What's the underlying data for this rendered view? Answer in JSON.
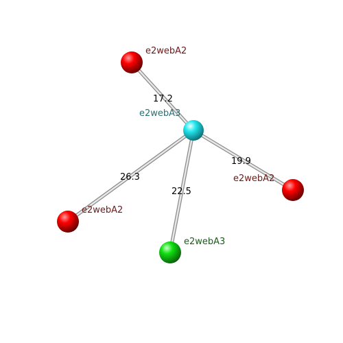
{
  "colors": {
    "center_node": "#22e6ee",
    "red_node": "#e00000",
    "green_node": "#10e010",
    "label_red": "#6b1a1a",
    "label_cyan": "#2a6e74",
    "label_green": "#1e5a1e",
    "edge": "#c8c8c8"
  },
  "nodes": {
    "center": {
      "label": "e2webA3"
    },
    "top": {
      "label": "e2webA2"
    },
    "right": {
      "label": "e2webA2"
    },
    "left": {
      "label": "e2webA2"
    },
    "bottom": {
      "label": "e2webA3"
    }
  },
  "edges": {
    "top": {
      "weight": "17.2"
    },
    "right": {
      "weight": "19.9"
    },
    "left": {
      "weight": "26.3"
    },
    "bottom": {
      "weight": "22.5"
    }
  }
}
